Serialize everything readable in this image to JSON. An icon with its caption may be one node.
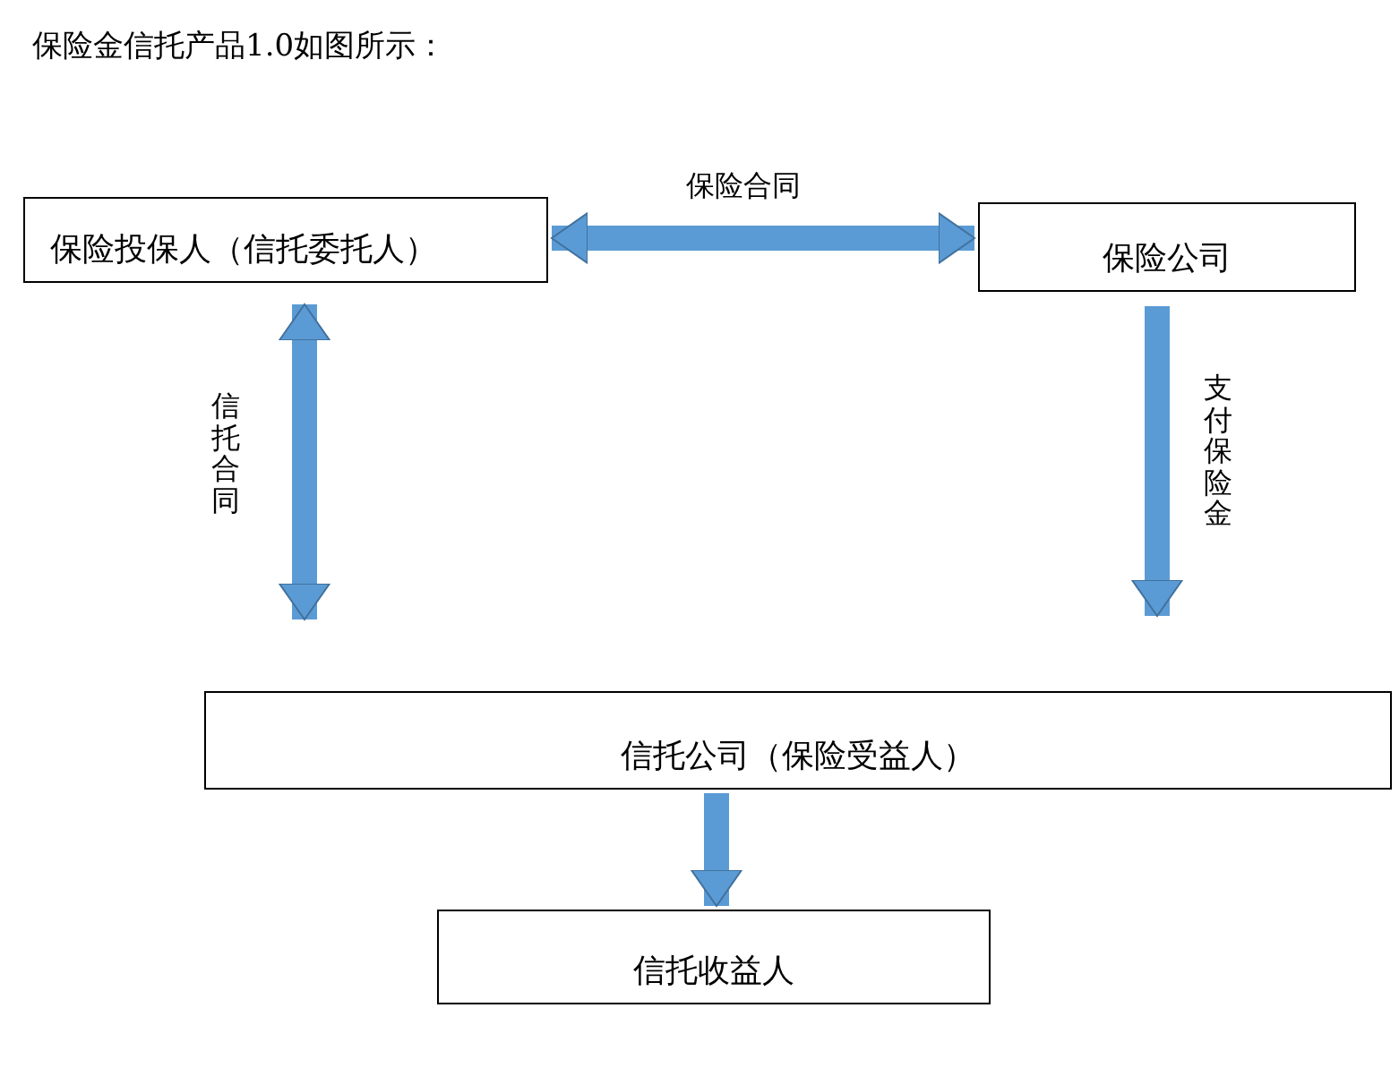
{
  "diagram": {
    "title": "保险金信托产品1.0如图所示：",
    "nodes": [
      {
        "text": [
          "保险投保人（信托委托人）"
        ]
      },
      {
        "text": [
          "保险公司"
        ]
      },
      {
        "text": [
          "信托公司（保险受益人）"
        ]
      },
      {
        "text": [
          "信托收益人"
        ]
      }
    ],
    "edges": [
      {
        "from": 0,
        "to": 1,
        "arrow": "both",
        "label": "保险合同"
      },
      {
        "from": 0,
        "to": 2,
        "arrow": "both",
        "label": "信托合同"
      },
      {
        "from": 1,
        "to": 2,
        "arrow": "to",
        "label": "支付保险金"
      },
      {
        "from": 2,
        "to": 3,
        "arrow": "to"
      }
    ]
  }
}
